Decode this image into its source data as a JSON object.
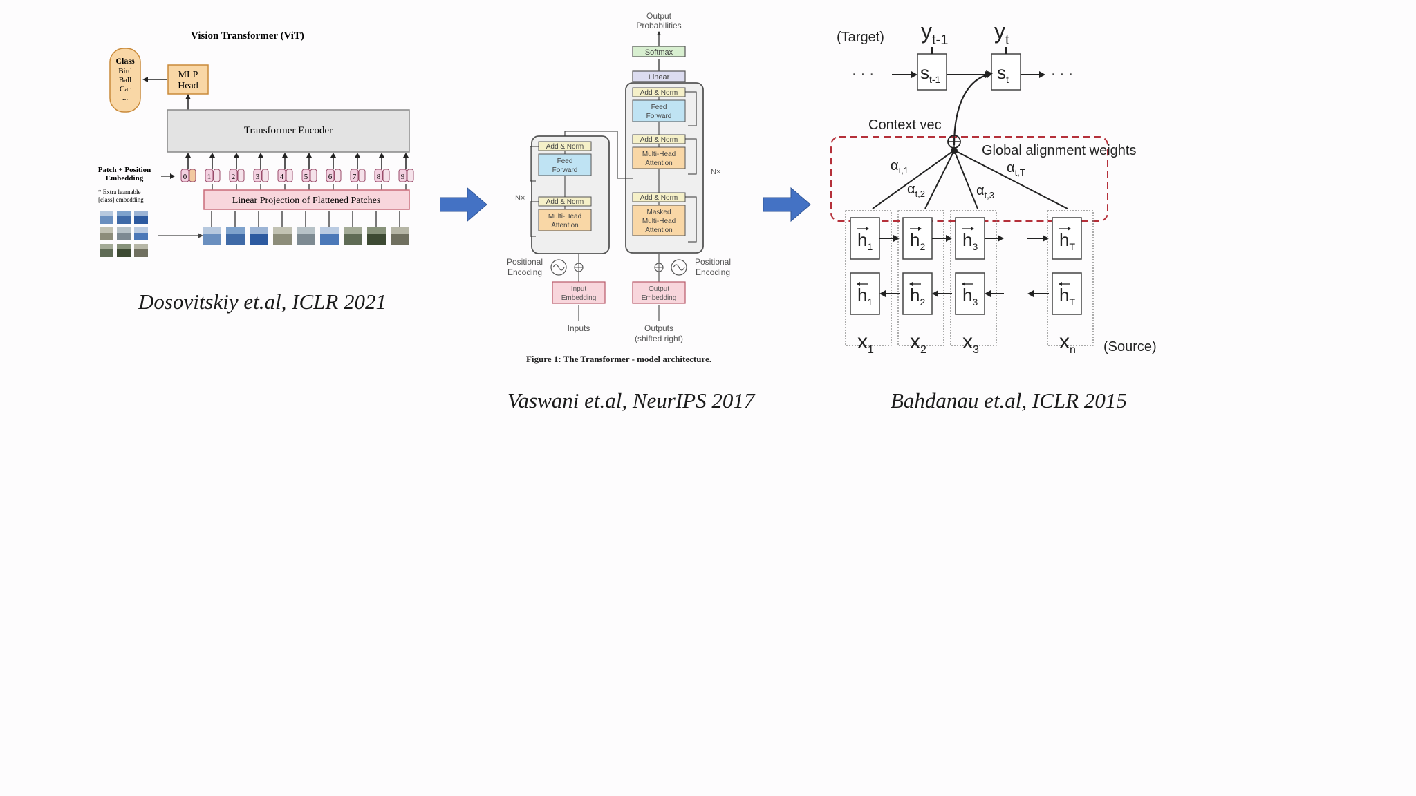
{
  "vit": {
    "title": "Vision Transformer (ViT)",
    "class_box": [
      "Class",
      "Bird",
      "Ball",
      "Car",
      "..."
    ],
    "mlp_head": [
      "MLP",
      "Head"
    ],
    "encoder": "Transformer Encoder",
    "patch_label": [
      "Patch + Position",
      "Embedding"
    ],
    "extra_note": [
      "* Extra learnable",
      "[class] embedding"
    ],
    "linear_projection": "Linear Projection of Flattened Patches",
    "tokens": [
      "0",
      "1",
      "2",
      "3",
      "4",
      "5",
      "6",
      "7",
      "8",
      "9"
    ],
    "caption": "Dosovitskiy et.al, ICLR 2021"
  },
  "transformer": {
    "output_probabilities": [
      "Output",
      "Probabilities"
    ],
    "softmax": "Softmax",
    "linear": "Linear",
    "add_norm": "Add & Norm",
    "feed_forward": [
      "Feed",
      "Forward"
    ],
    "multi_head_attention": [
      "Multi-Head",
      "Attention"
    ],
    "masked_attention": [
      "Masked",
      "Multi-Head",
      "Attention"
    ],
    "nx": "N×",
    "positional_encoding": [
      "Positional",
      "Encoding"
    ],
    "input_embedding": [
      "Input",
      "Embedding"
    ],
    "output_embedding": [
      "Output",
      "Embedding"
    ],
    "inputs": "Inputs",
    "outputs": [
      "Outputs",
      "(shifted right)"
    ],
    "figure_caption": "Figure 1: The Transformer - model architecture.",
    "caption": "Vaswani et.al, NeurIPS 2017"
  },
  "attention": {
    "target": "(Target)",
    "source": "(Source)",
    "y_prev": "y",
    "y_prev_sub": "t-1",
    "y_cur": "y",
    "y_cur_sub": "t",
    "s_prev": "s",
    "s_prev_sub": "t-1",
    "s_cur": "s",
    "s_cur_sub": "t",
    "context_vec": "Context vec",
    "global_alignment": "Global alignment weights",
    "alphas": [
      {
        "base": "α",
        "sub": "t,1"
      },
      {
        "base": "α",
        "sub": "t,2"
      },
      {
        "base": "α",
        "sub": "t,3"
      },
      {
        "base": "α",
        "sub": "t,T"
      }
    ],
    "h_subs": [
      "1",
      "2",
      "3",
      "T"
    ],
    "x_subs": [
      "1",
      "2",
      "3",
      "n"
    ],
    "caption": "Bahdanau et.al, ICLR 2015"
  },
  "colors": {
    "arrow_blue": "#4472c4",
    "dashed_red": "#c0392b",
    "encoder_gray": "#e3e3e3",
    "pink": "#f8d6dc",
    "orange": "#f9d7a6",
    "blue_box": "#bfe3f3",
    "green_box": "#d8efd0"
  }
}
